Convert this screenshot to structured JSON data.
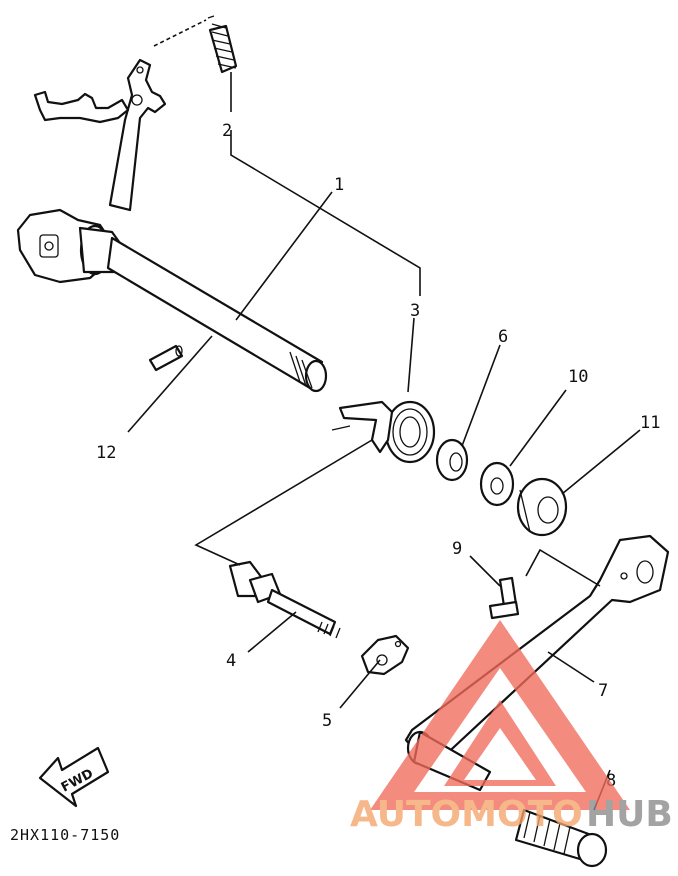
{
  "diagram": {
    "callouts": {
      "c1": "1",
      "c2": "2",
      "c3": "3",
      "c4": "4",
      "c5": "5",
      "c6": "6",
      "c7": "7",
      "c8": "8",
      "c9": "9",
      "c10": "10",
      "c11": "11",
      "c12": "12"
    },
    "fwd_label": "FWD",
    "part_number": "2HX110-7150"
  },
  "watermark": {
    "text_left": "AUTOMOTO",
    "text_right": "HUB",
    "colors": {
      "triangle": "#f06b5a",
      "text_left": "#f4a46a",
      "text_right": "#8a8a8a"
    }
  }
}
